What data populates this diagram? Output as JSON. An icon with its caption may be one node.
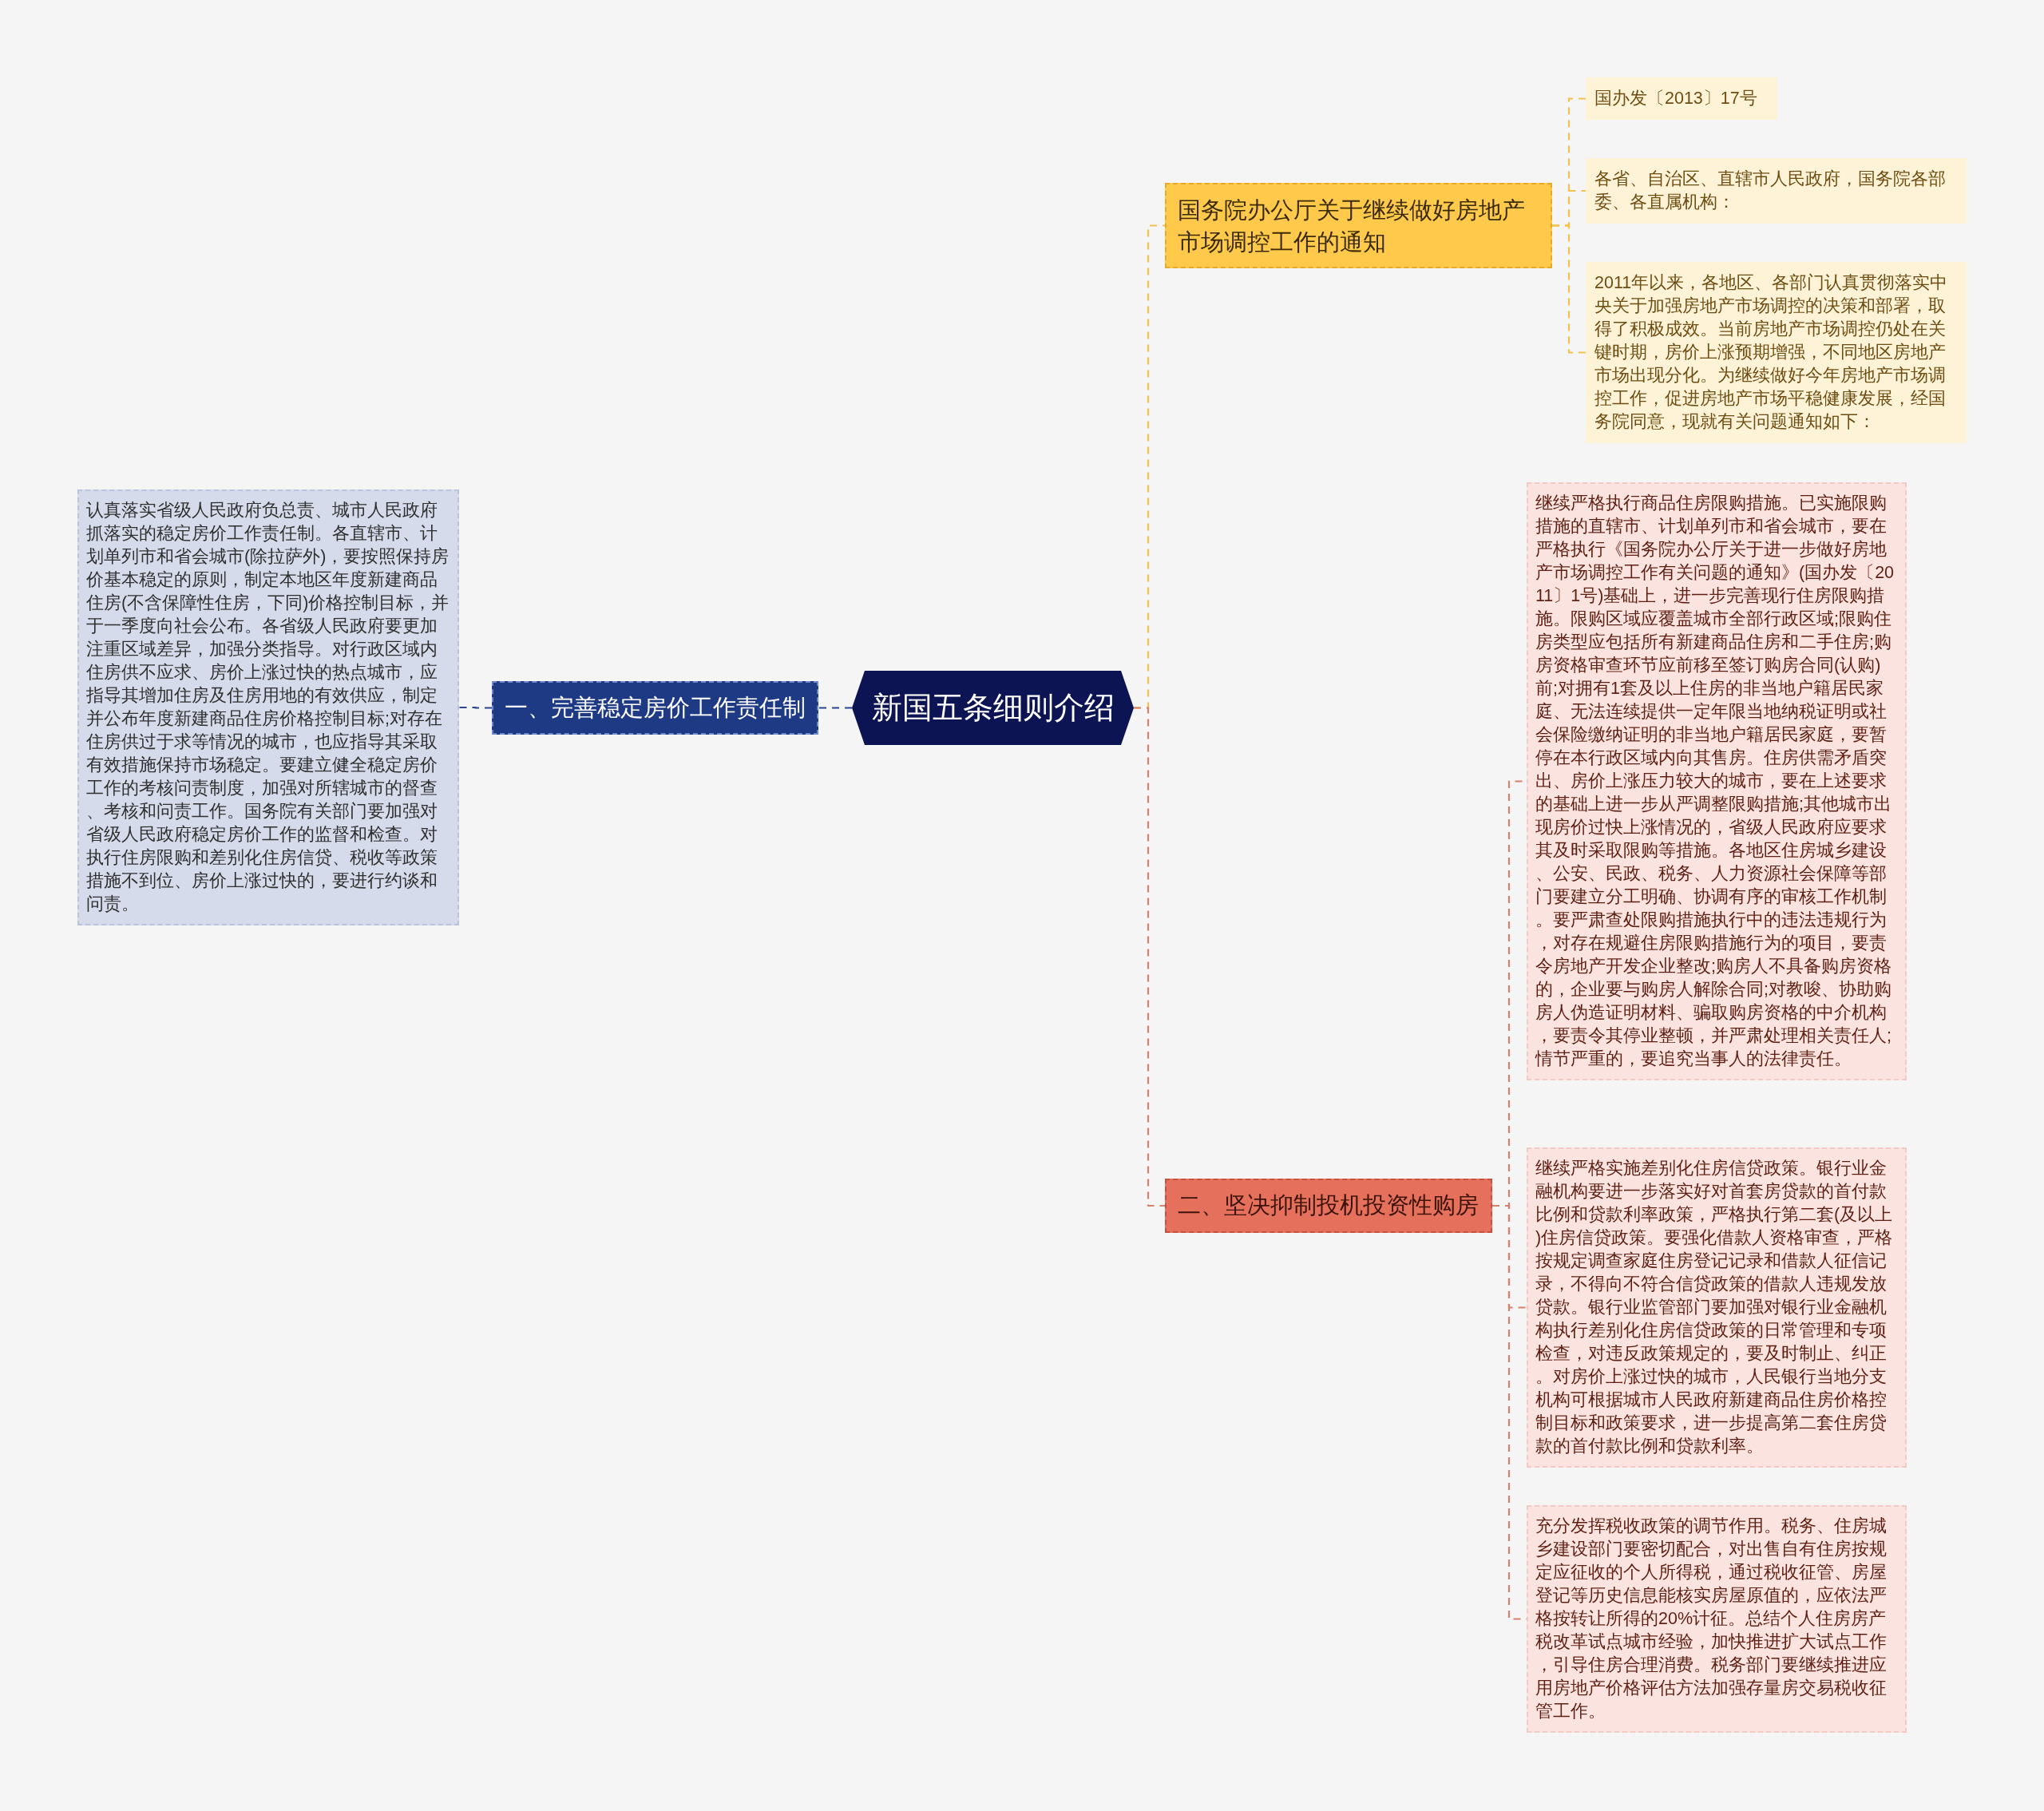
{
  "diagram": {
    "nodes": [
      {
        "text": [
          "新国五条细则介绍"
        ]
      },
      {
        "text": [
          "一、完善稳定房价工作责任制"
        ]
      },
      {
        "text": [
          "认真落实省级人民政府负总责、城市人民政府抓落实的稳定房价工作责任制。各直辖市、计划单列市和省会城市(除拉萨外)，要按照保持房价基本稳定的原则，制定本地区年度新建商品住房(不含保障性住房，下同)价格控制目标，并于一季度向社会公布。各省级人民政府要更加注重区域差异，加强分类指导。对行政区域内住房供不应求、房价上涨过快的热点城市，应指导其增加住房及住房用地的有效供应，制定并公布年度新建商品住房价格控制目标;对存在住房供过于求等情况的城市，也应指导其采取有效措施保持市场稳定。要建立健全稳定房价工作的考核问责制度，加强对所辖城市的督查、考核和问责工作。国务院有关部门要加强对省级人民政府稳定房价工作的监督和检查。对执行住房限购和差别化住房信贷、税收等政策措施不到位、房价上涨过快的，要进行约谈和问责。"
        ]
      },
      {
        "text": [
          "国务院办公厅关于继续做好房地产市场调控工作的通知"
        ]
      },
      {
        "text": [
          "国办发〔2013〕17号"
        ]
      },
      {
        "text": [
          "各省、自治区、直辖市人民政府，国务院各部委、各直属机构："
        ]
      },
      {
        "text": [
          "2011年以来，各地区、各部门认真贯彻落实中央关于加强房地产市场调控的决策和部署，取得了积极成效。当前房地产市场调控仍处在关键时期，房价上涨预期增强，不同地区房地产市场出现分化。为继续做好今年房地产市场调控工作，促进房地产市场平稳健康发展，经国务院同意，现就有关问题通知如下："
        ]
      },
      {
        "text": [
          "二、坚决抑制投机投资性购房"
        ]
      },
      {
        "text": [
          "继续严格执行商品住房限购措施。已实施限购措施的直辖市、计划单列市和省会城市，要在严格执行《国务院办公厅关于进一步做好房地产市场调控工作有关问题的通知》(国办发〔2011〕1号)基础上，进一步完善现行住房限购措施。限购区域应覆盖城市全部行政区域;限购住房类型应包括所有新建商品住房和二手住房;购房资格审查环节应前移至签订购房合同(认购)前;对拥有1套及以上住房的非当地户籍居民家庭、无法连续提供一定年限当地纳税证明或社会保险缴纳证明的非当地户籍居民家庭，要暂停在本行政区域内向其售房。住房供需矛盾突出、房价上涨压力较大的城市，要在上述要求的基础上进一步从严调整限购措施;其他城市出现房价过快上涨情况的，省级人民政府应要求其及时采取限购等措施。各地区住房城乡建设、公安、民政、税务、人力资源社会保障等部门要建立分工明确、协调有序的审核工作机制。要严肃查处限购措施执行中的违法违规行为，对存在规避住房限购措施行为的项目，要责令房地产开发企业整改;购房人不具备购房资格的，企业要与购房人解除合同;对教唆、协助购房人伪造证明材料、骗取购房资格的中介机构，要责令其停业整顿，并严肃处理相关责任人;情节严重的，要追究当事人的法律责任。"
        ]
      },
      {
        "text": [
          "继续严格实施差别化住房信贷政策。银行业金融机构要进一步落实好对首套房贷款的首付款比例和贷款利率政策，严格执行第二套(及以上)住房信贷政策。要强化借款人资格审查，严格按规定调查家庭住房登记记录和借款人征信记录，不得向不符合信贷政策的借款人违规发放贷款。银行业监管部门要加强对银行业金融机构执行差别化住房信贷政策的日常管理和专项检查，对违反政策规定的，要及时制止、纠正。对房价上涨过快的城市，人民银行当地分支机构可根据城市人民政府新建商品住房价格控制目标和政策要求，进一步提高第二套住房贷款的首付款比例和贷款利率。"
        ]
      },
      {
        "text": [
          "充分发挥税收政策的调节作用。税务、住房城乡建设部门要密切配合，对出售自有住房按规定应征收的个人所得税，通过税收征管、房屋登记等历史信息能核实房屋原值的，应依法严格按转让所得的20%计征。总结个人住房房产税改革试点城市经验，加快推进扩大试点工作，引导住房合理消费。税务部门要继续推进应用房地产价格评估方法加强存量房交易税收征管工作。"
        ]
      }
    ],
    "edges": [
      {
        "from": 0,
        "to": 1,
        "arrow": "none",
        "color": "#2b4590"
      },
      {
        "from": 1,
        "to": 2,
        "arrow": "none",
        "color": "#2b4590"
      },
      {
        "from": 0,
        "to": 3,
        "arrow": "none",
        "color": "#f2c14e"
      },
      {
        "from": 3,
        "to": 4,
        "arrow": "none",
        "color": "#f2c14e"
      },
      {
        "from": 3,
        "to": 5,
        "arrow": "none",
        "color": "#f2c14e"
      },
      {
        "from": 3,
        "to": 6,
        "arrow": "none",
        "color": "#f2c14e"
      },
      {
        "from": 0,
        "to": 7,
        "arrow": "none",
        "color": "#d9806c"
      },
      {
        "from": 7,
        "to": 8,
        "arrow": "none",
        "color": "#d9806c"
      },
      {
        "from": 7,
        "to": 9,
        "arrow": "none",
        "color": "#d9806c"
      },
      {
        "from": 7,
        "to": 10,
        "arrow": "none",
        "color": "#d9806c"
      }
    ]
  }
}
